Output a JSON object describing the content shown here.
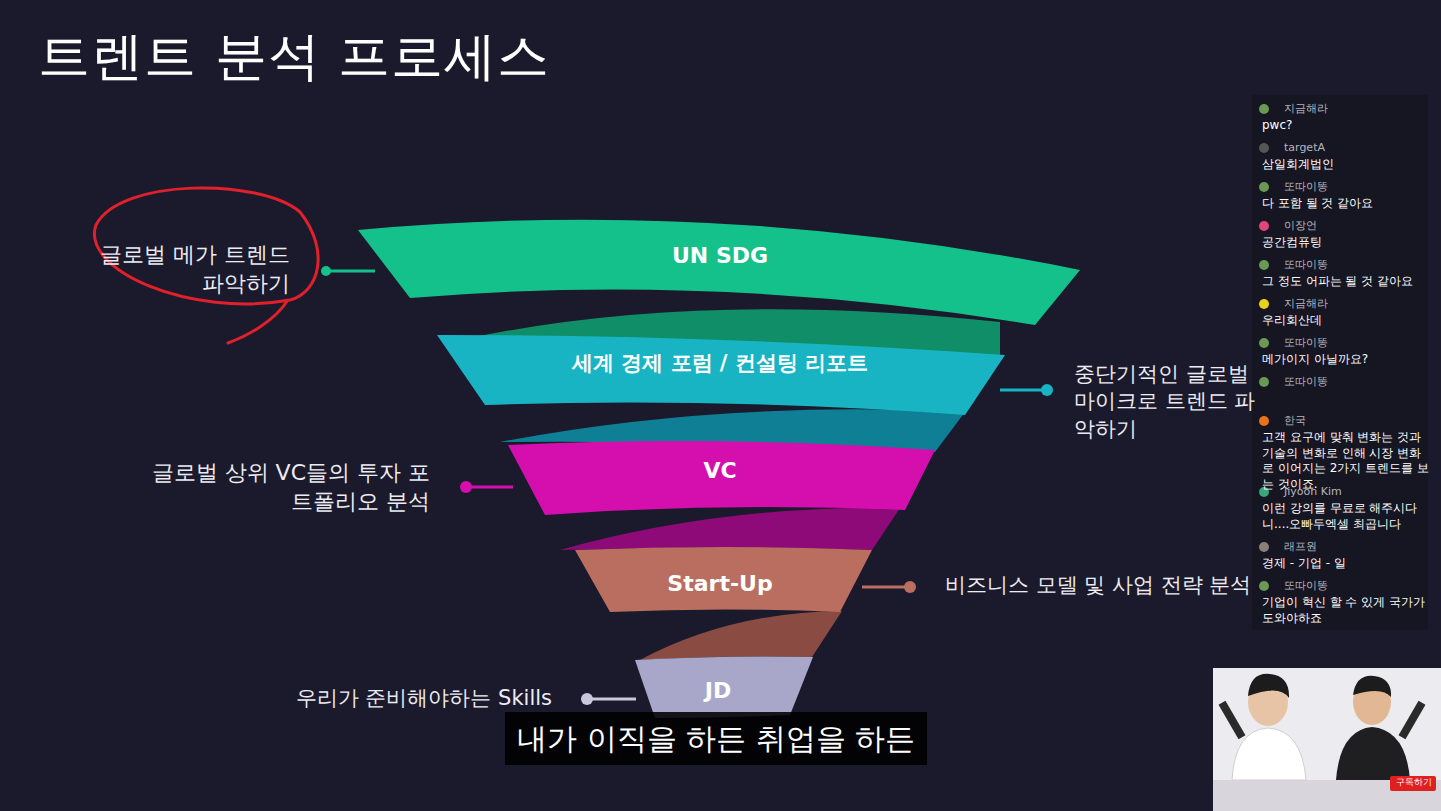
{
  "diagram": {
    "title": "트렌트 분석 프로세스",
    "nodes": [
      {
        "text": [
          "UN SDG"
        ]
      },
      {
        "text": [
          "세계 경제 포럼 / 컨설팅 리포트"
        ]
      },
      {
        "text": [
          "VC"
        ]
      },
      {
        "text": [
          "Start-Up"
        ]
      },
      {
        "text": [
          "JD"
        ]
      }
    ],
    "labels": [
      "글로벌 메가 트렌드 파악하기",
      "중단기적인 글로벌 마이크로 트렌드 파악하기",
      "글로벌 상위 VC들의 투자 포트폴리오 분석",
      "비즈니스 모델 및 사업 전략 분석",
      "우리가 준비해야하는 Skills",
      "지금해라",
      "pwc?",
      "targetA",
      "삼일회계법인",
      "또따이똥",
      "다 포함 될 것 같아요",
      "이장언",
      "공간컴퓨팅",
      "또따이똥",
      "그 정도 어파는 될 것 같아요",
      "지금해라",
      "우리회산데",
      "또따이똥",
      "메가이지 아닐까요?",
      "또따이똥",
      "한국",
      "고객 요구에 맞춰 변화는 것과 기술의 변화로 인해 시장 변화로 이어지는 2가지 트렌드를 보는 것이죠.",
      "Jiyoon Kim",
      "이런 강의를 무료로 해주시다니....오빠두엑셀 최곱니다",
      "래프원",
      "경제 - 기업 - 일",
      "또따이똥",
      "기업이 혁신 할 수 있게 국가가 도와야하죠",
      "내가 이직을 하든 취업을 하든",
      "구독하기"
    ]
  }
}
